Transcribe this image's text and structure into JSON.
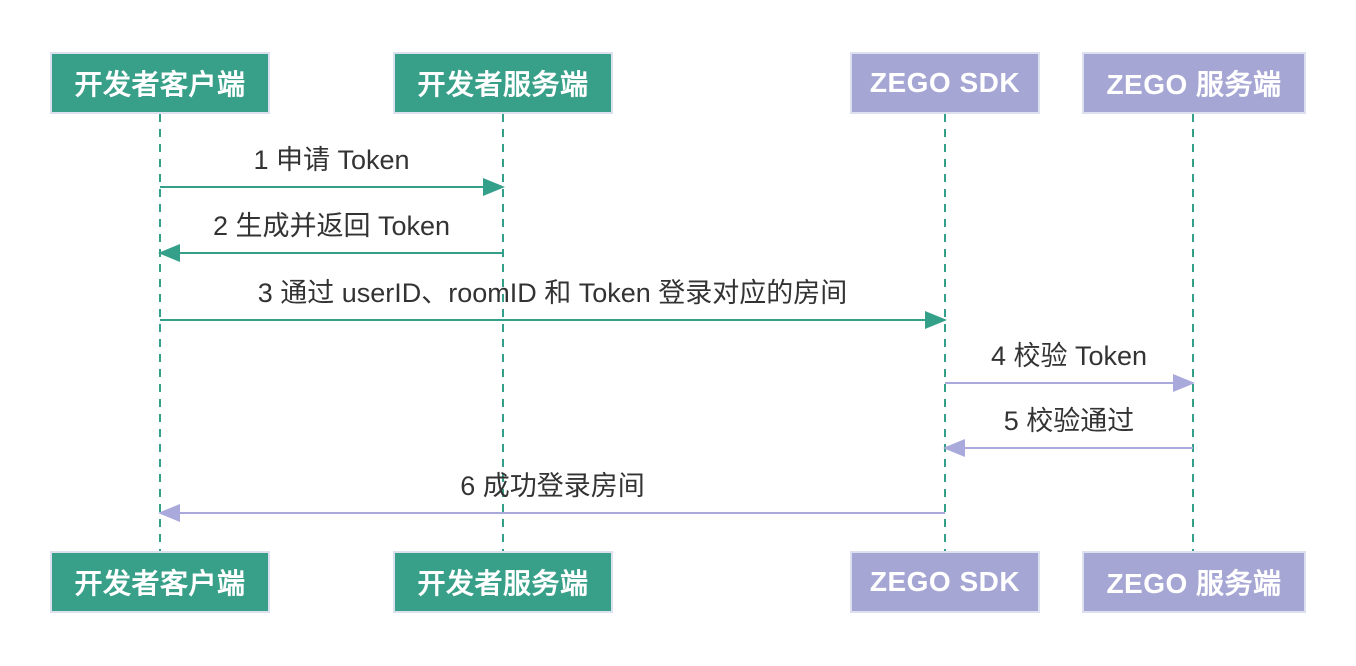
{
  "diagram": {
    "type": "sequence-diagram",
    "topic": "ZEGO Token 登录房间时序",
    "colors": {
      "developer_actor_fill": "#38a088",
      "zego_actor_fill": "#a6a6d4",
      "actor_border": "#dce0ef",
      "actor_text": "#ffffff",
      "developer_arrow": "#35a08a",
      "zego_arrow": "#a9a9dc",
      "lifeline": "#35a08a",
      "message_text": "#333333",
      "background": "#ffffff"
    },
    "participants": [
      {
        "label": "开发者客户端",
        "group": "developer"
      },
      {
        "label": "开发者服务端",
        "group": "developer"
      },
      {
        "label": "ZEGO SDK",
        "group": "zego"
      },
      {
        "label": "ZEGO 服务端",
        "group": "zego"
      }
    ],
    "messages": [
      {
        "seq": "1",
        "label": "1 申请 Token",
        "from": "开发者客户端",
        "to": "开发者服务端",
        "direction": "right",
        "color_group": "developer"
      },
      {
        "seq": "2",
        "label": "2 生成并返回 Token",
        "from": "开发者服务端",
        "to": "开发者客户端",
        "direction": "left",
        "color_group": "developer"
      },
      {
        "seq": "3",
        "label": "3 通过 userID、roomID 和 Token 登录对应的房间",
        "from": "开发者客户端",
        "to": "ZEGO SDK",
        "direction": "right",
        "color_group": "developer"
      },
      {
        "seq": "4",
        "label": "4 校验 Token",
        "from": "ZEGO SDK",
        "to": "ZEGO 服务端",
        "direction": "right",
        "color_group": "zego"
      },
      {
        "seq": "5",
        "label": "5 校验通过",
        "from": "ZEGO 服务端",
        "to": "ZEGO SDK",
        "direction": "left",
        "color_group": "zego"
      },
      {
        "seq": "6",
        "label": "6 成功登录房间",
        "from": "ZEGO SDK",
        "to": "开发者客户端",
        "direction": "left",
        "color_group": "zego"
      }
    ]
  }
}
